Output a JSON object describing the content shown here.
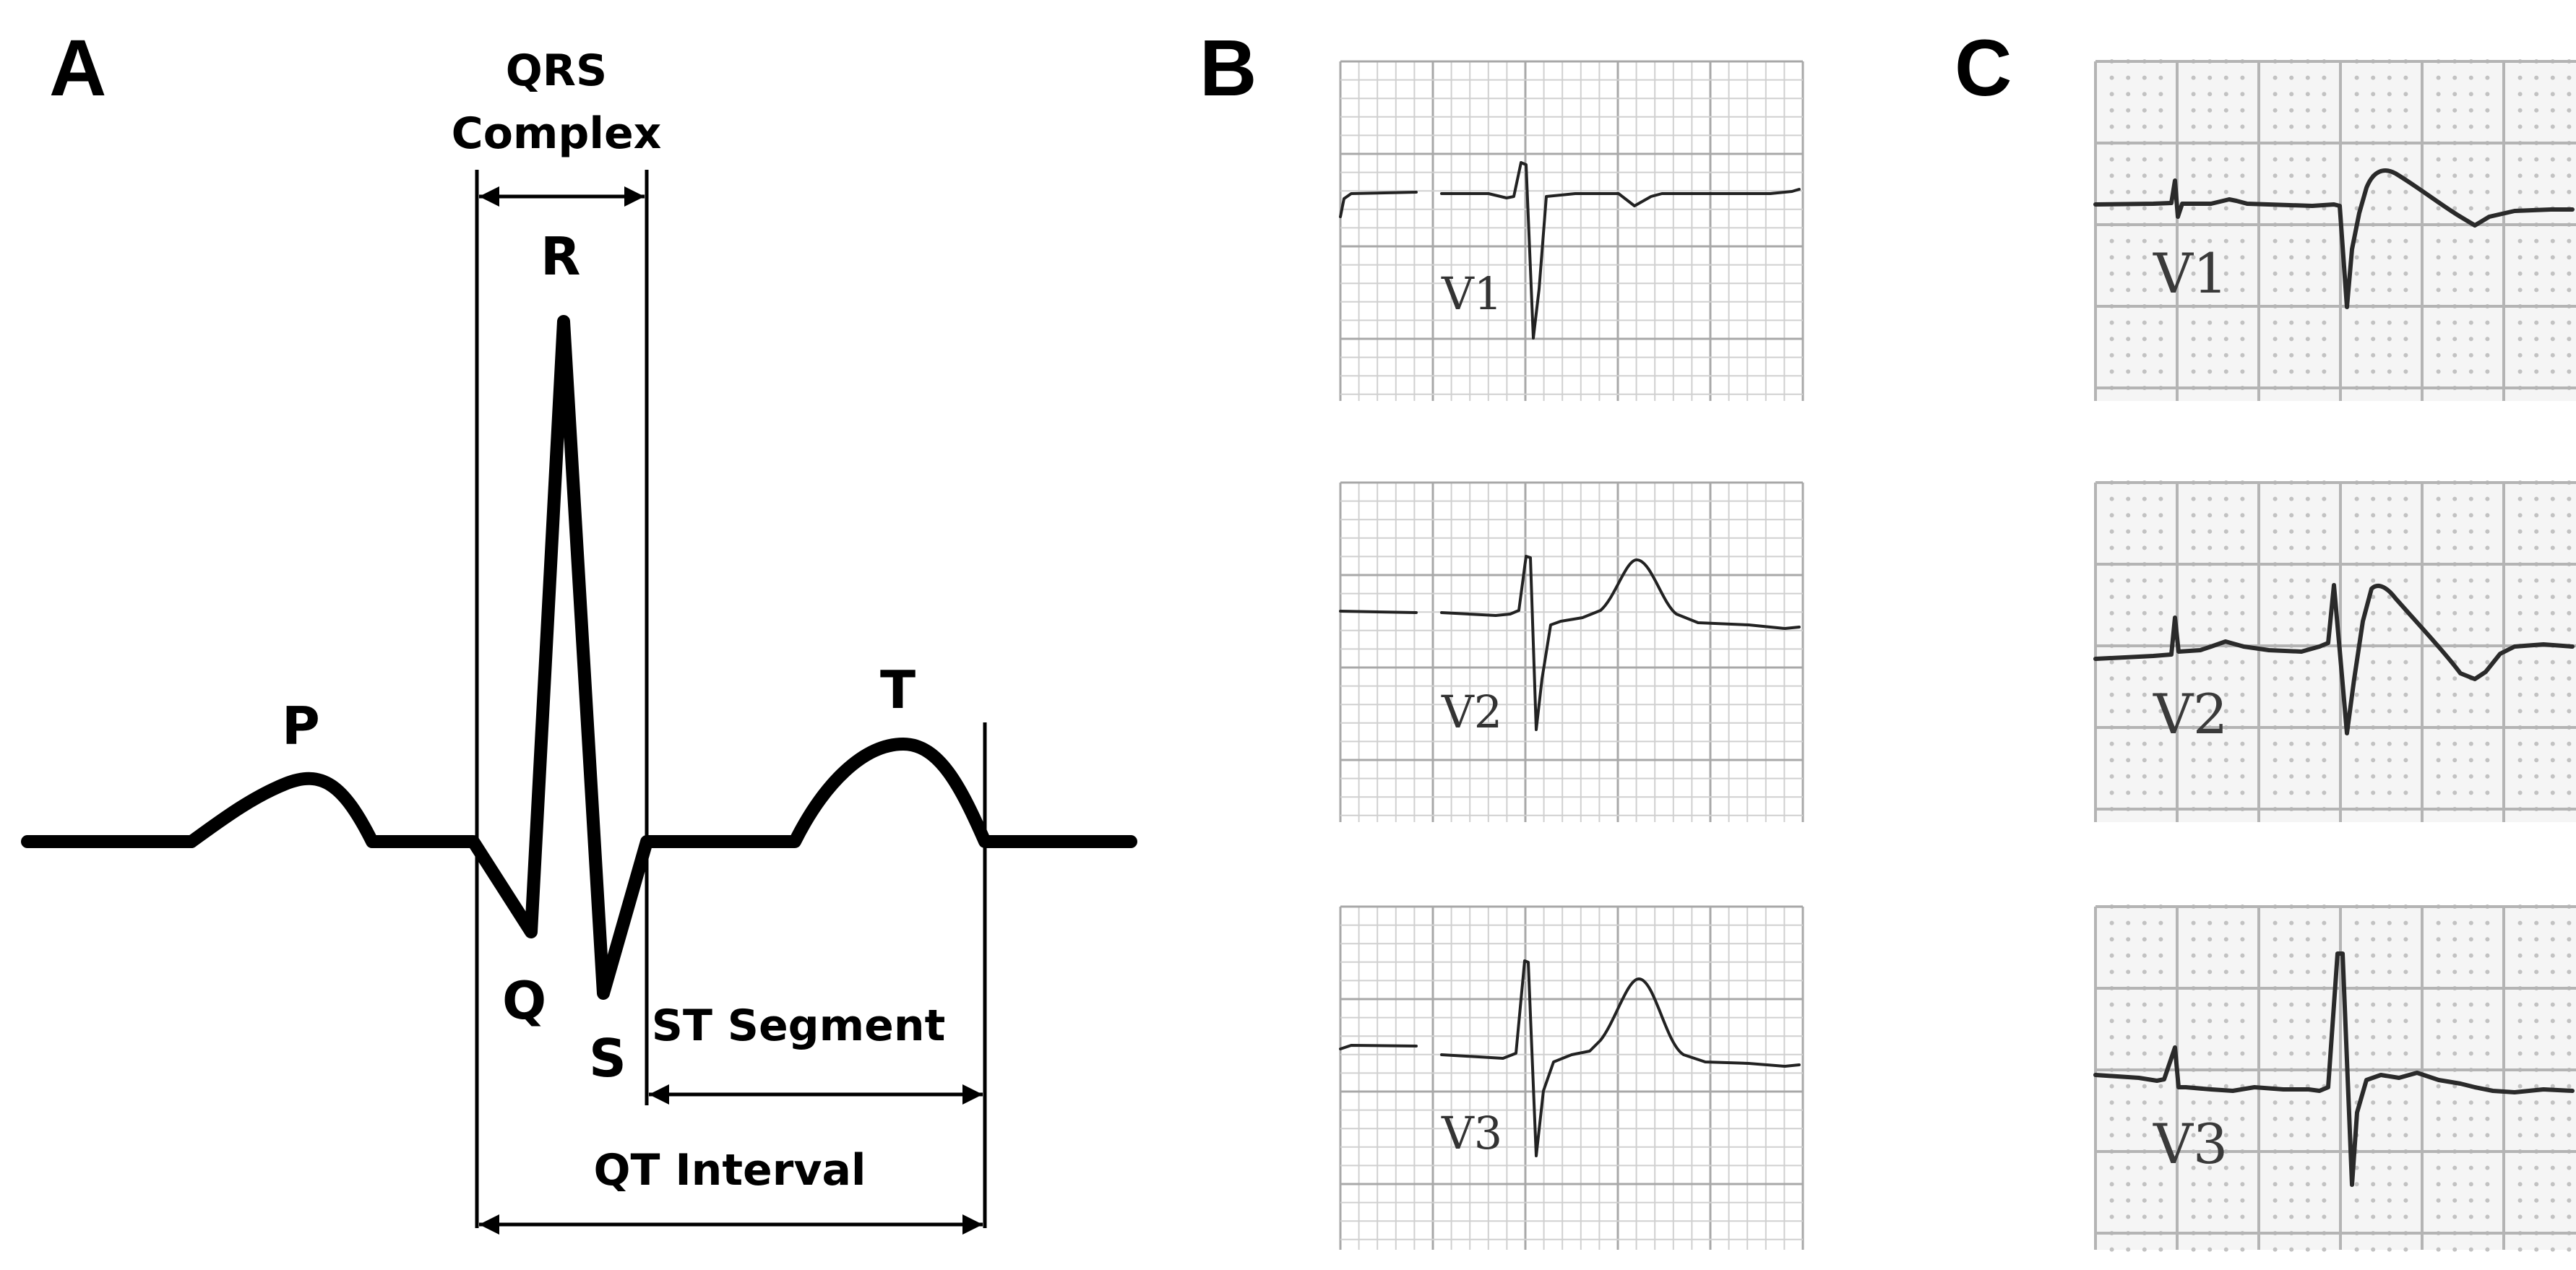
{
  "panels": {
    "a": {
      "letter": "A",
      "waves": {
        "p": "P",
        "q": "Q",
        "r": "R",
        "s": "S",
        "t": "T"
      },
      "intervals": {
        "qrs_line1": "QRS",
        "qrs_line2": "Complex",
        "st_segment": "ST Segment",
        "qt_interval": "QT Interval"
      }
    },
    "b": {
      "letter": "B",
      "leads": [
        "V1",
        "V2",
        "V3"
      ]
    },
    "c": {
      "letter": "C",
      "leads": [
        "V1",
        "V2",
        "V3"
      ]
    }
  },
  "colors": {
    "grid_minor_b": "#d0d0d0",
    "grid_major_b": "#a8a8a8",
    "grid_major_c": "#b4b4b4",
    "grid_dot_c": "#c2c2c2",
    "panel_c_background": "#f5f5f5"
  }
}
